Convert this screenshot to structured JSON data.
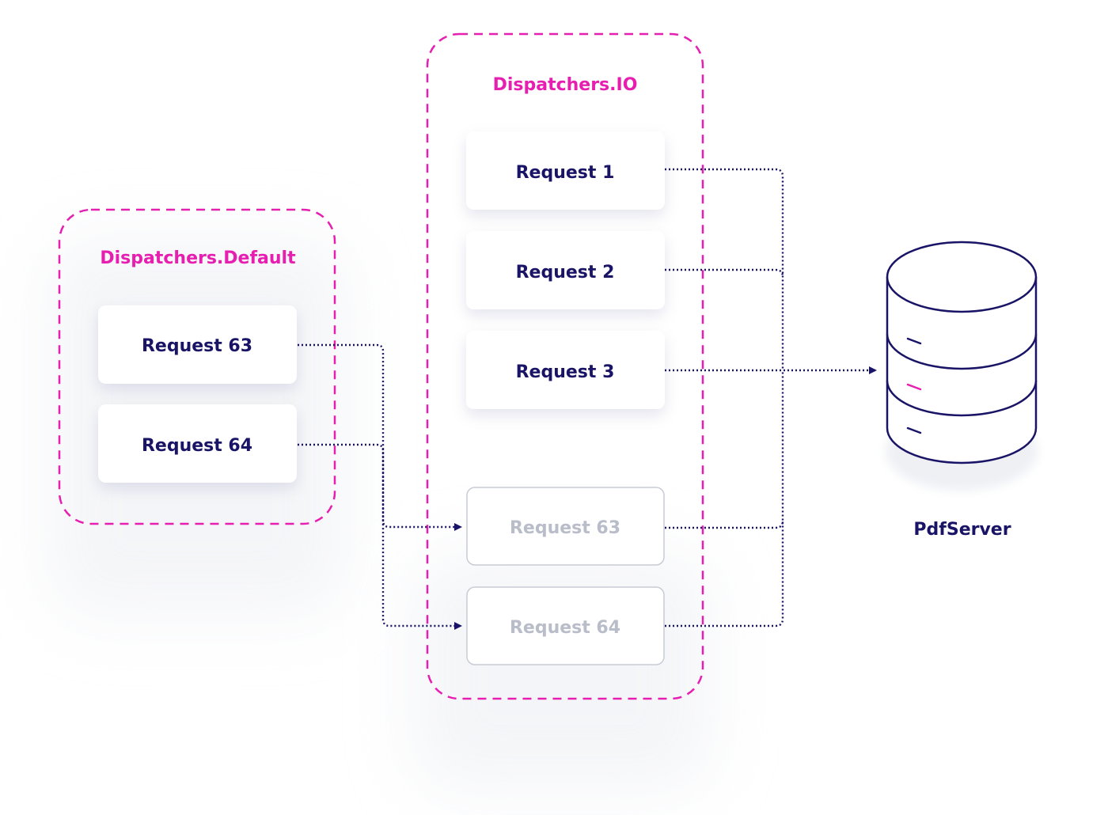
{
  "groups": {
    "default": {
      "title": "Dispatchers.Default"
    },
    "io": {
      "title": "Dispatchers.IO"
    }
  },
  "requests": {
    "default_63": "Request 63",
    "default_64": "Request 64",
    "io_1": "Request 1",
    "io_2": "Request 2",
    "io_3": "Request 3",
    "io_63": "Request 63",
    "io_64": "Request 64"
  },
  "server": {
    "label": "PdfServer",
    "icon": "database-icon"
  },
  "colors": {
    "accent_pink": "#e61fb0",
    "navy": "#1a1466",
    "ghost_text": "#b9bdc9",
    "ghost_border": "#c9ccd6"
  }
}
